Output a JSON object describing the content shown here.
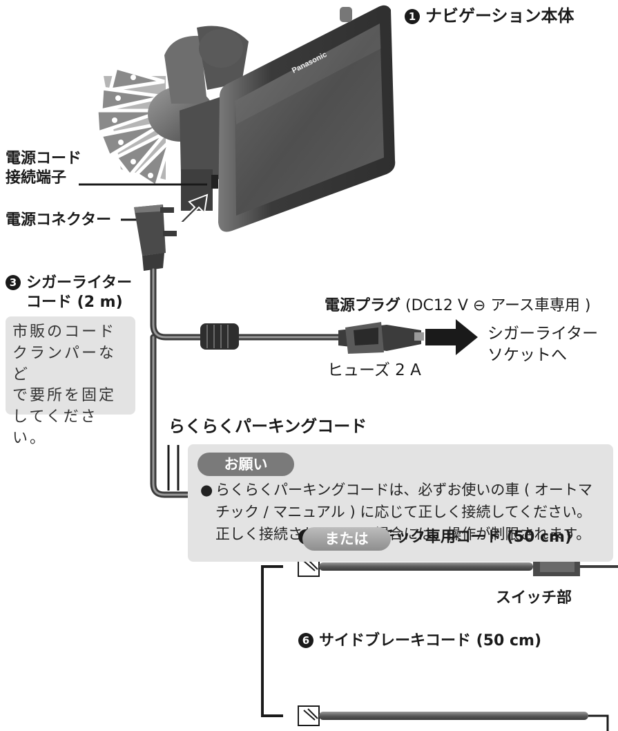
{
  "labels": {
    "nav_unit_num": "1",
    "nav_unit": "ナビゲーション本体",
    "brand": "Panasonic",
    "power_terminal_line1": "電源コード",
    "power_terminal_line2": "接続端子",
    "power_connector": "電源コネクター",
    "cigar_cord_num": "3",
    "cigar_cord_line1": "シガーライター",
    "cigar_cord_line2": "コード (2 m)",
    "plug_title": "電源プラグ",
    "plug_note": " (DC12 V ⊖ アース車専用 )",
    "socket_line1": "シガーライター",
    "socket_line2": "ソケットへ",
    "fuse": "ヒューズ 2 A",
    "parking_cord": "らくらくパーキングコード",
    "auto_cord_num": "4",
    "auto_cord": "オートマチック車用コード (50 cm)",
    "switch_part": "スイッチ部",
    "or": "または",
    "brake_cord_num": "6",
    "brake_cord": "サイドブレーキコード (50 cm)"
  },
  "tip": {
    "line1": "市販のコード",
    "line2": "クランパーなど",
    "line3": "で要所を固定",
    "line4": "してください。"
  },
  "note": {
    "title": "お願い",
    "bullet": "●",
    "line1": "らくらくパーキングコードは、必ずお使いの車 ( オートマ",
    "line2": "チック / マニュアル ) に応じて正しく接続してください。",
    "line3": "正しく接続されていない場合には、操作が制限されます。"
  },
  "colors": {
    "box_gray": "#e3e3e3",
    "pill_dark": "#7a7a7a",
    "cable": "#4a4a4a",
    "device_body": "#3c3c3c",
    "screen": "#5a5a5a"
  }
}
